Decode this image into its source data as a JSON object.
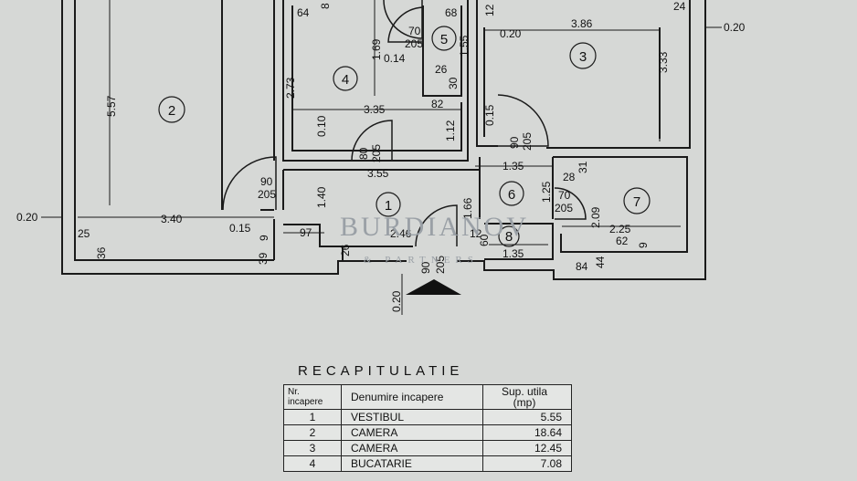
{
  "plan": {
    "rooms": [
      {
        "id": "room-1",
        "label": "1"
      },
      {
        "id": "room-2",
        "label": "2"
      },
      {
        "id": "room-3",
        "label": "3"
      },
      {
        "id": "room-4",
        "label": "4"
      },
      {
        "id": "room-5",
        "label": "5"
      },
      {
        "id": "room-6",
        "label": "6"
      },
      {
        "id": "room-7",
        "label": "7"
      },
      {
        "id": "room-8",
        "label": "8"
      }
    ],
    "dimensions": {
      "d_64": "64",
      "d_8": "8",
      "d_68": "68",
      "d_12": "12",
      "d_24": "24",
      "d_0_20_top": "0.20",
      "d_3_86": "3.86",
      "d_0_20_right": "0.20",
      "d_70_205_a": "70",
      "d_70_205_b": "205",
      "d_0_14": "0.14",
      "d_1_69": "1.69",
      "d_1_55": "1.55",
      "d_26_a": "26",
      "d_30": "30",
      "d_2_73": "2.73",
      "d_5_57": "5.57",
      "d_3_33": "3.33",
      "d_3_35": "3.35",
      "d_82": "82",
      "d_0_15_a": "0.15",
      "d_1_12": "1.12",
      "d_0_10": "0.10",
      "d_80": "80",
      "d_205_a": "205",
      "d_90_a": "90",
      "d_205_b": "205",
      "d_1_35_a": "1.35",
      "d_3_55": "3.55",
      "d_90_b": "90",
      "d_205_c": "205",
      "d_28": "28",
      "d_31": "31",
      "d_1_40": "1.40",
      "d_1_25": "1.25",
      "d_70_b": "70",
      "d_205_d": "205",
      "d_2_09": "2.09",
      "d_0_20_left": "0.20",
      "d_3_40": "3.40",
      "d_0_15_b": "0.15",
      "d_1_66": "1.66",
      "d_12_b": "12",
      "d_2_25": "2.25",
      "d_25": "25",
      "d_36": "36",
      "d_9_a": "9",
      "d_97": "97",
      "d_2_46": "2.46",
      "d_60": "60",
      "d_62": "62",
      "d_9_b": "9",
      "d_39": "39",
      "d_26_b": "26",
      "d_1_35_b": "1.35",
      "d_84": "84",
      "d_44": "44",
      "d_90_c": "90",
      "d_205_e": "205",
      "d_0_20_bottom": "0.20"
    },
    "watermark_main": "BURDIANOV",
    "watermark_sub": "& PARTNERS"
  },
  "recap": {
    "title": "RECAPITULATIE",
    "headers": {
      "nr_line1": "Nr.",
      "nr_line2": "incapere",
      "name": "Denumire incapere",
      "area_line1": "Sup. utila",
      "area_line2": "(mp)"
    },
    "rows": [
      {
        "nr": "1",
        "name": "VESTIBUL",
        "area": "5.55"
      },
      {
        "nr": "2",
        "name": "CAMERA",
        "area": "18.64"
      },
      {
        "nr": "3",
        "name": "CAMERA",
        "area": "12.45"
      },
      {
        "nr": "4",
        "name": "BUCATARIE",
        "area": "7.08"
      }
    ]
  }
}
